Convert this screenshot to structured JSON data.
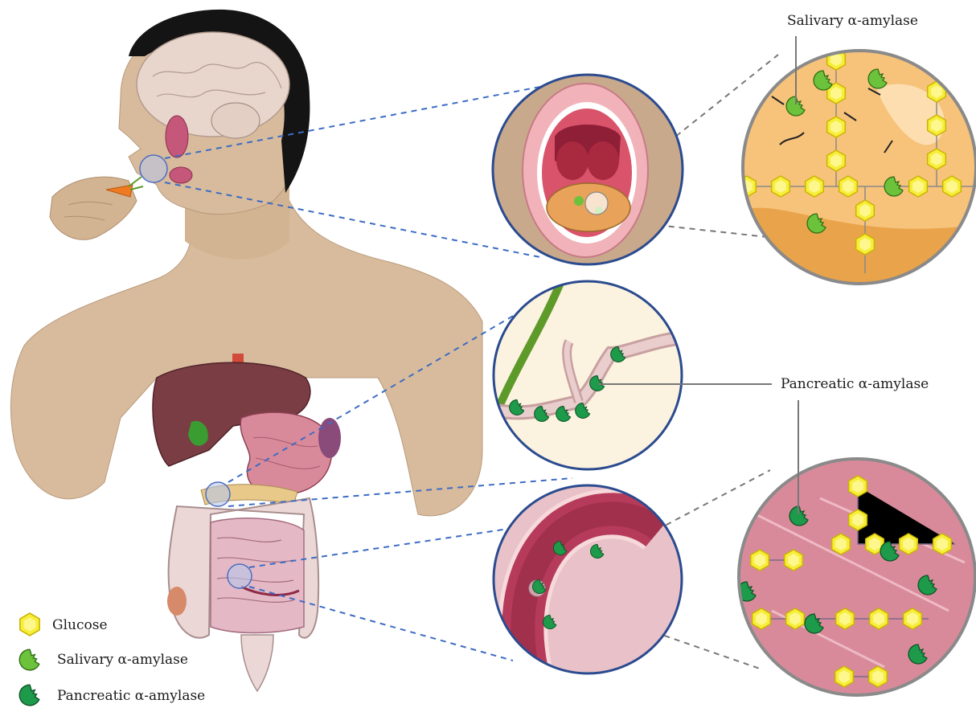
{
  "labels": {
    "salivary_callout": "Salivary α-amylase",
    "pancreatic_callout": "Pancreatic α-amylase"
  },
  "legend": [
    {
      "icon": "glucose-hexagon-icon",
      "label": "Glucose"
    },
    {
      "icon": "salivary-amylase-icon",
      "label": "Salivary α-amylase"
    },
    {
      "icon": "pancreatic-amylase-icon",
      "label": "Pancreatic α-amylase"
    }
  ],
  "colors": {
    "skin": "#d8bb9c",
    "glucose": "#f7ee3a",
    "salivary_amylase": "#6cc23a",
    "pancreatic_amylase": "#1d9a4a",
    "circle_border_blue": "#2b4b8f",
    "circle_border_gray": "#8a8a8a",
    "zoom_line_blue": "#3d6cc4",
    "zoom_line_gray": "#777777"
  }
}
